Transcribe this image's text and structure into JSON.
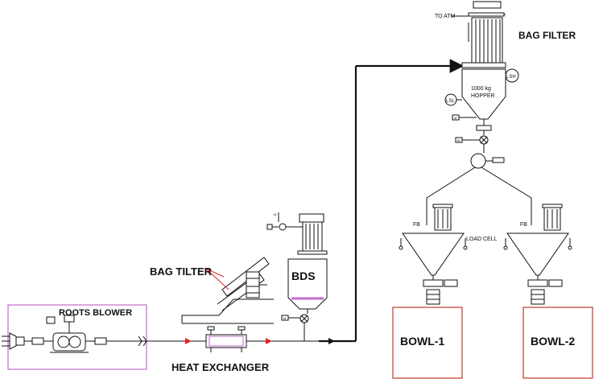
{
  "labels": {
    "to_atm": "TO ATM",
    "bag_filter": "BAG FILTER",
    "lsh": "LSH",
    "lsl": "LSL",
    "hopper_capacity": "1000 kg",
    "hopper": "HOPPER",
    "m": "M",
    "fb": "FB",
    "load_cell": "LOAD CELL",
    "bag_tilter": "BAG TILTER",
    "bds": "BDS",
    "roots_blower": "ROOTS BLOWER",
    "heat_exchanger": "HEAT EXCHANGER",
    "bowl1": "BOWL-1",
    "bowl2": "BOWL-2"
  },
  "colors": {
    "line": "#111111",
    "flow_arrow": "#e0262b",
    "bowl_border": "#c0392b",
    "blower_box_border": "#c46ad0",
    "bds_band": "#c46ad0",
    "exchanger_accent": "#b86ac6"
  }
}
